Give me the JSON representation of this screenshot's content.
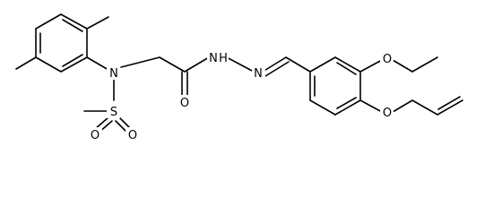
{
  "molecule": {
    "atoms": {
      "n_amine": "N",
      "s_sulfonyl": "S",
      "o_sulfonyl_left": "O",
      "o_sulfonyl_right": "O",
      "o_carbonyl": "O",
      "n_hydrazide_1": "N",
      "h_hydrazide": "H",
      "n_hydrazide_2": "N",
      "o_ethoxy": "O",
      "o_allyloxy": "O"
    }
  },
  "colors": {
    "bond": "#000000",
    "label": "#000000",
    "background": "#ffffff"
  }
}
